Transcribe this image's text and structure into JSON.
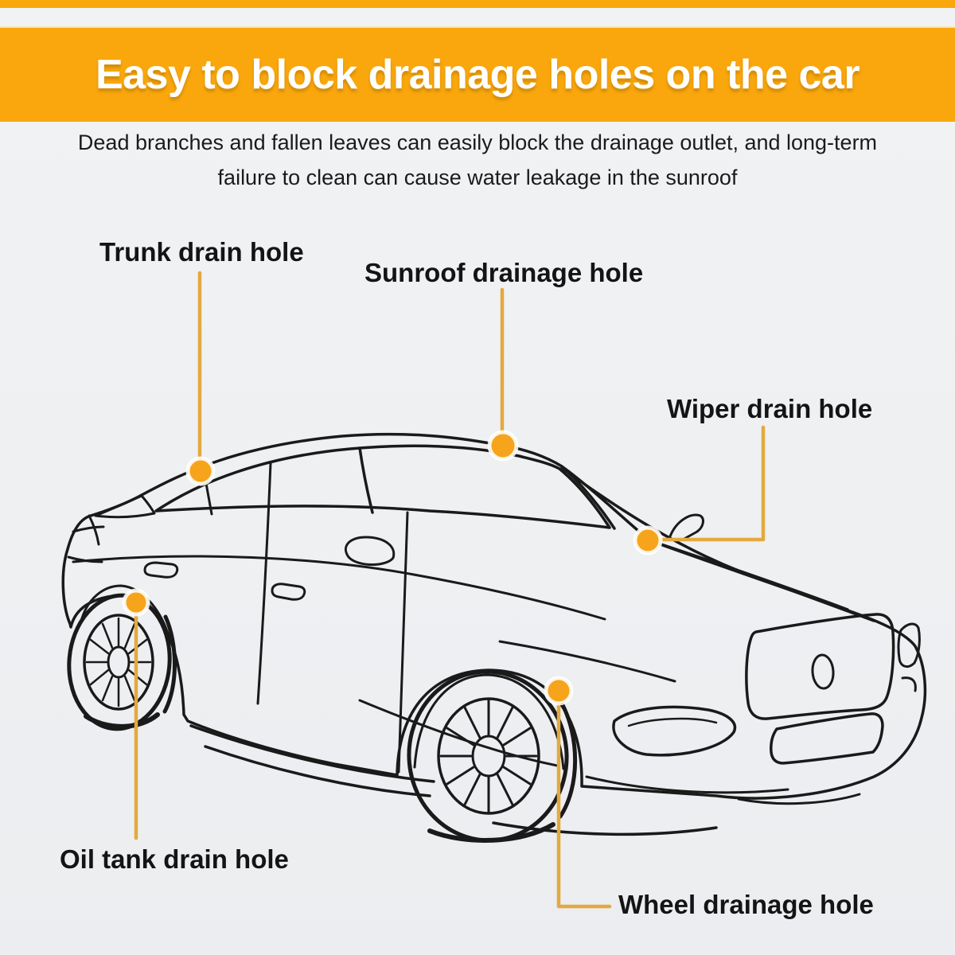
{
  "banner": {
    "title": "Easy to block drainage holes on the car",
    "background": "#F9A70D",
    "text_color": "#FFFFFF"
  },
  "subtitle": {
    "line1": "Dead branches and fallen leaves can easily block the drainage outlet, and long-term",
    "line2": "failure to clean can cause water leakage in the sunroof",
    "text_color": "#1B1B1B"
  },
  "annotations": {
    "trunk": {
      "label": "Trunk drain hole"
    },
    "sunroof": {
      "label": "Sunroof drainage hole"
    },
    "wiper": {
      "label": "Wiper drain hole"
    },
    "oil_tank": {
      "label": "Oil tank drain hole"
    },
    "wheel": {
      "label": "Wheel drainage hole"
    }
  },
  "colors": {
    "accent_orange": "#F9A70D",
    "marker_fill": "#F5A41C",
    "marker_halo": "#FFFFFF",
    "connector_gold": "#E3A93F",
    "line_art": "#1A1A1A",
    "background_gray": "#EFF0F2"
  }
}
